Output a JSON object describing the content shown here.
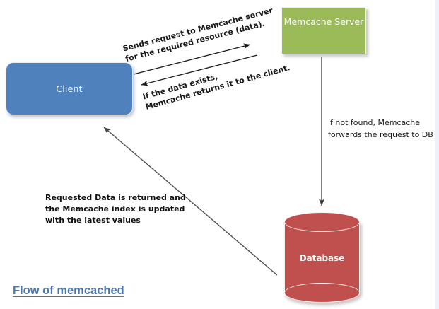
{
  "diagram": {
    "title": "Flow of memcached",
    "background": "#ffffff",
    "nodes": {
      "client": {
        "label": "Client",
        "shape": "rounded-rectangle",
        "color": "#4f81bd",
        "text_color": "#ffffff"
      },
      "memcache_server": {
        "label": "Memcache Server",
        "shape": "rectangle",
        "color": "#9bbb59",
        "text_color": "#ffffff"
      },
      "database": {
        "label": "Database",
        "shape": "cylinder",
        "color": "#c0504d",
        "text_color": "#ffffff"
      }
    },
    "edges": {
      "client_to_memcache": {
        "line1": "Sends request to Memcache server",
        "line2": "for the required resource (data).",
        "direction": "client-to-memcache",
        "color": "#1a1a1a"
      },
      "memcache_to_client": {
        "line1": "If the data exists,",
        "line2": "Memcache returns it to the client.",
        "direction": "memcache-to-client",
        "color": "#1a1a1a"
      },
      "memcache_to_database": {
        "line1": "if not found, Memcache",
        "line2": "forwards the request to DB",
        "direction": "memcache-to-database",
        "color": "#3a3a3a"
      },
      "database_to_client": {
        "line1": "Requested Data is returned and",
        "line2": "the Memcache index is updated",
        "line3": "with the latest values",
        "direction": "database-to-client",
        "color": "#4a4a4a"
      }
    }
  }
}
